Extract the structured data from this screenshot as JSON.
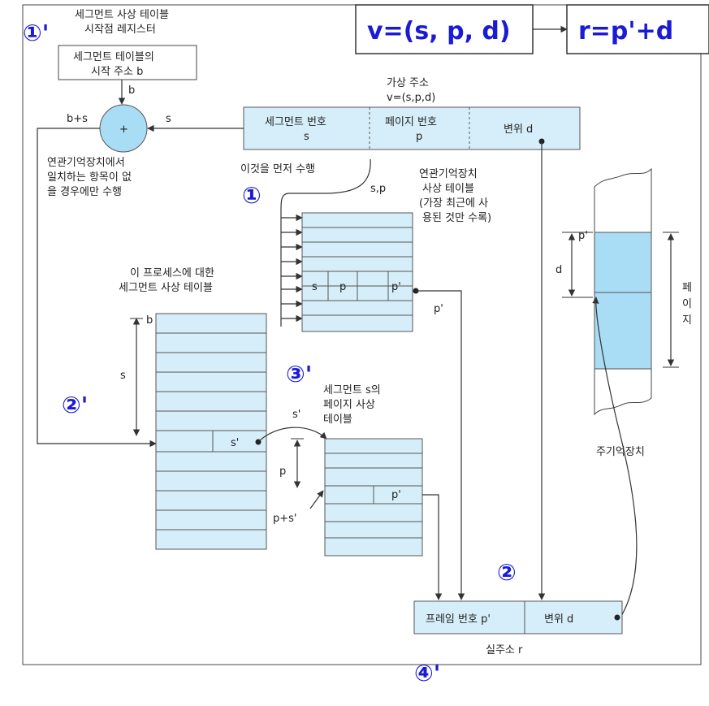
{
  "formula": {
    "v": "v=(s, p, d)",
    "r": "r=p'+d"
  },
  "markers": {
    "m1p": "①'",
    "m1": "①",
    "m2p": "②'",
    "m2": "②",
    "m3p": "③'",
    "m4p": "④'"
  },
  "labels": {
    "seg_reg_title_1": "세그먼트 사상 테이블",
    "seg_reg_title_2": "시작점 레지스터",
    "seg_table_start_1": "세그먼트 테이블의",
    "seg_table_start_2": "시작 주소 b",
    "b": "b",
    "b_plus_s": "b+s",
    "s": "s",
    "plus": "+",
    "vaddr_title_1": "가상 주소",
    "vaddr_title_2": "v=(s,p,d)",
    "seg_num_1": "세그먼트 번호",
    "seg_num_2": "s",
    "page_num_1": "페이지 번호",
    "page_num_2": "p",
    "offset": "변위 d",
    "assoc_note_1": "연관기억장치에서",
    "assoc_note_2": "일치하는 항목이 없",
    "assoc_note_3": "을 경우에만 수행",
    "first_do": "이것을 먼저 수행",
    "sp": "s,p",
    "assoc_title_1": "연관기억장치",
    "assoc_title_2": "사상 테이블",
    "assoc_title_3": "(가장 최근에 사",
    "assoc_title_4": "용된 것만 수록)",
    "assoc_s": "s",
    "assoc_p": "p",
    "assoc_pp": "p'",
    "pprime": "p'",
    "proc_title_1": "이 프로세스에 대한",
    "proc_title_2": "세그먼트 사상 테이블",
    "seg_b": "b",
    "seg_s": "s",
    "sprime_cell": "s'",
    "sprime": "s'",
    "page_title_1": "세그먼트 s의",
    "page_title_2": "페이지 사상",
    "page_title_3": "테이블",
    "p": "p",
    "p_plus_sp": "p+s'",
    "page_pp": "p'",
    "mem_pp": "p'",
    "d": "d",
    "page_v_1": "페",
    "page_v_2": "이",
    "page_v_3": "지",
    "main_memory": "주기억장치",
    "frame_num": "프레임 번호 p'",
    "frame_offset": "변위   d",
    "real_addr": "실주소 r"
  }
}
